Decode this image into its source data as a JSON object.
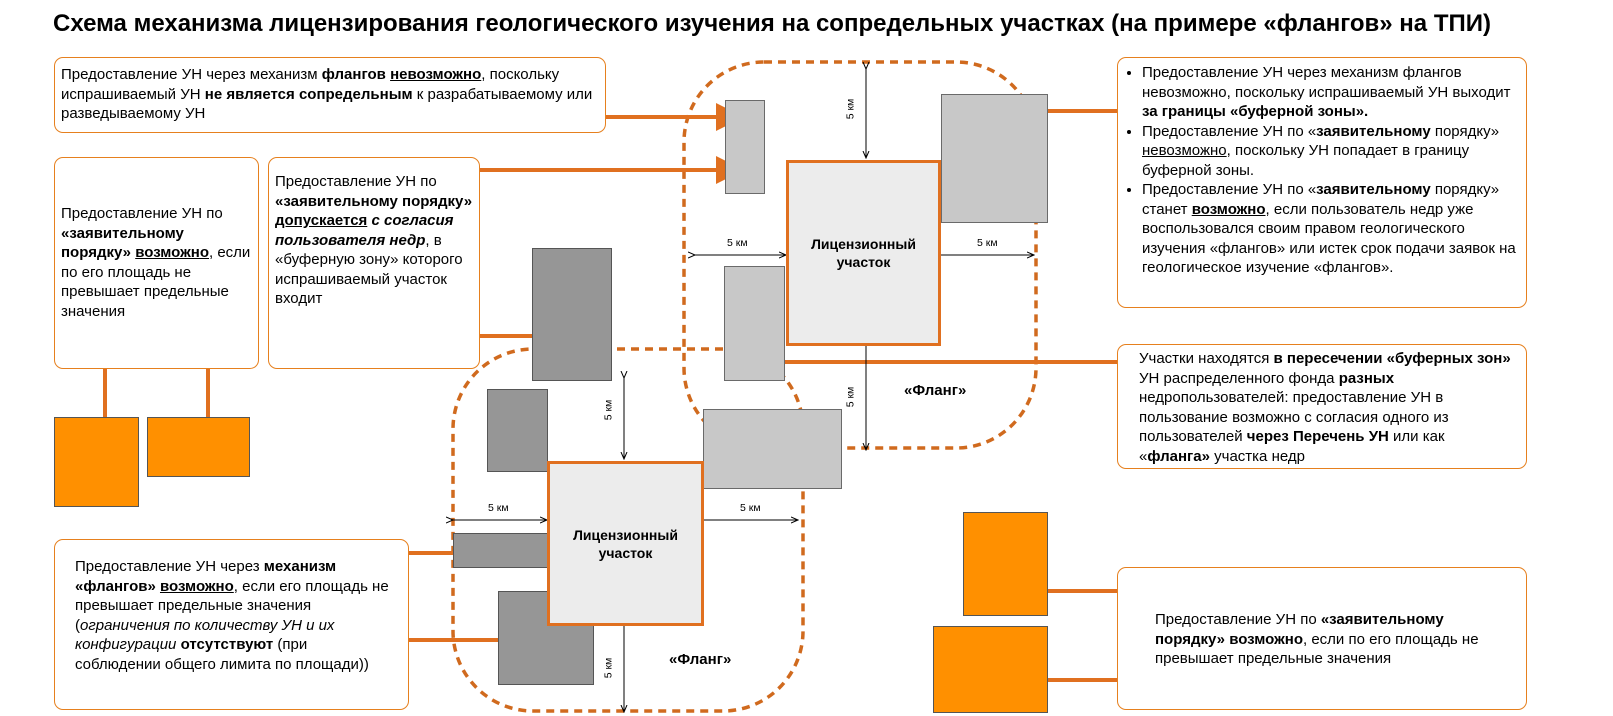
{
  "title": "Схема механизма лицензирования геологического изучения на сопредельных участках (на примере «флангов» на ТПИ)",
  "licensed_area_label": [
    "Лицензионный",
    "участок"
  ],
  "km_label": "5 км",
  "flank_label": "«Фланг»",
  "colors": {
    "accent": "#e6801e",
    "orange_fill": "#ff9000",
    "grey_light": "#c8c8c8",
    "grey_dark": "#969696"
  },
  "boxes": {
    "top_left": {
      "p1": "Предоставление УН через механизм ",
      "b1": "флангов",
      "sp": " ",
      "u1": "невозможно",
      "p2": ", поскольку испрашиваемый УН ",
      "b2": "не является сопредельным",
      "p3": " к разрабатываемому или разведываемому УН"
    },
    "left_upper": {
      "p1": "Предоставление УН по ",
      "b1": "«заявительному порядку»",
      "sp": " ",
      "u1": "возможно",
      "p2": ", если по его площадь не превышает предельные значения"
    },
    "middle": {
      "p1": "Предоставление УН по ",
      "b1": "«заявительному порядку»",
      "sp": " ",
      "bu1": "допускается",
      "bi1": "с согласия пользователя недр",
      "p2": ", в «буферную зону» которого испрашиваемый участок входит"
    },
    "bottom_left": {
      "p1": "Предоставление УН через ",
      "b1": "механизм «флангов»",
      "sp": " ",
      "bu1": "возможно",
      "p2": ", если его площадь не превышает предельные значения (",
      "i1": "ограничения по количеству УН и их конфигурации",
      "sp2": " ",
      "b2": "отсутствуют",
      "p3": " (при соблюдении общего лимита по площади))"
    },
    "top_right": {
      "li1": {
        "p1": "Предоставление УН через механизм флангов невозможно, поскольку испрашиваемый УН выходит ",
        "b1": "за границы «буферной зоны»."
      },
      "li2": {
        "p1": "Предоставление УН по «",
        "b1": "заявительному",
        "p2": " порядку» ",
        "u1": "невозможно",
        "p3": ", поскольку УН попадает в границу буферной зоны."
      },
      "li3": {
        "p1": "Предоставление УН по «",
        "b1": "заявительному",
        "p2": " порядку» станет ",
        "bu1": "возможно",
        "p3": ", если пользователь недр уже воспользовался своим правом геологического изучения «флангов» или истек срок подачи заявок на геологическое изучение «флангов»."
      }
    },
    "middle_right": {
      "p1": "Участки находятся ",
      "b1": "в пересечении «буферных зон»",
      "p2": " УН распределенного фонда ",
      "b2": "разных",
      "p3": " недропользователей: предоставление УН в пользование возможно с согласия одного из пользователей ",
      "b3": "через Перечень УН",
      "p4": " или как «",
      "b4": "фланга»",
      "p5": " участка недр"
    },
    "bottom_right": {
      "p1": "Предоставление УН по ",
      "b1": "«заявительному порядку» возможно",
      "p2": ", если по его площадь не превышает предельные значения"
    }
  }
}
